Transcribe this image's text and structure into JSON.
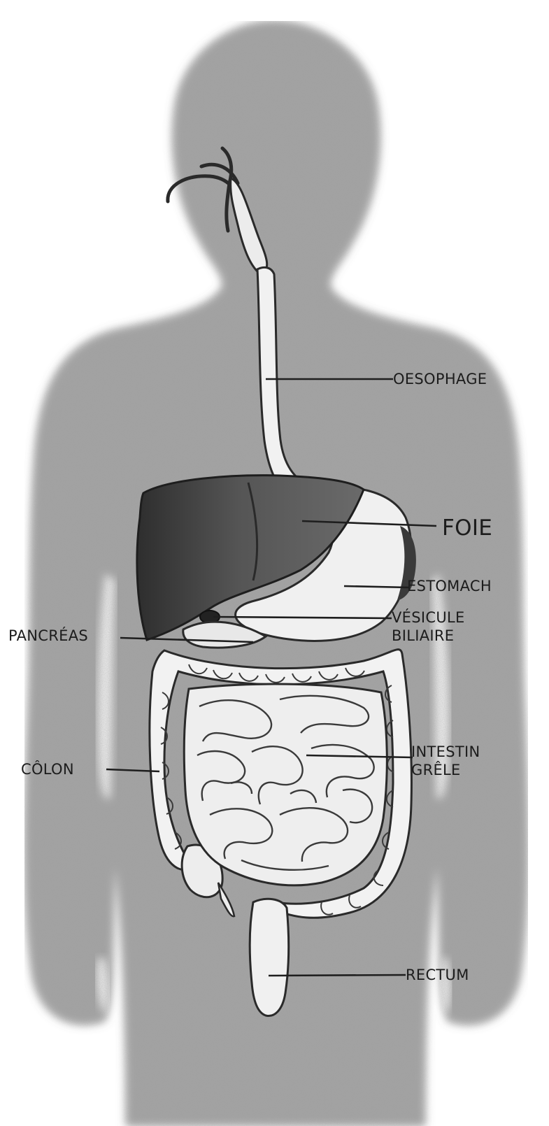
{
  "labels": {
    "oesophage": "OESOPHAGE",
    "foie": "FOIE",
    "estomach": "ESTOMACH",
    "vesicule_line1": "VÉSICULE",
    "vesicule_line2": "BILIAIRE",
    "pancreas": "PANCRÉAS",
    "colon": "CÔLON",
    "intestin_line1": "INTESTIN",
    "intestin_line2": "GRÊLE",
    "rectum": "RECTUM"
  },
  "colors": {
    "body_silhouette": "#9c9c9c",
    "liver": "#4a4a4a",
    "organs_light": "#efefef",
    "outline": "#2a2a2a",
    "label_text": "#1c1c1c"
  }
}
